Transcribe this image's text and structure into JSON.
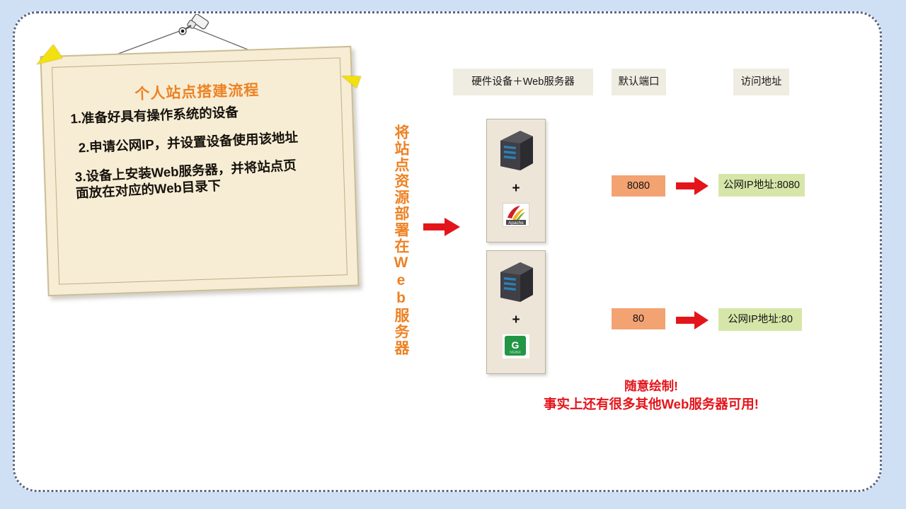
{
  "slide": {
    "background_color": "#cfe0f4",
    "canvas_color": "#ffffff",
    "border_color": "#5a6782"
  },
  "note": {
    "title": "个人站点搭建流程",
    "title_color": "#ed8224",
    "paper_color": "#f7edd5",
    "steps": [
      "1.准备好具有操作系统的设备",
      "2.申请公网IP，并设置设备使用该地址",
      "3.设备上安装Web服务器，并将站点页\n面放在对应的Web目录下"
    ]
  },
  "vertical_caption": {
    "text": "将站点资源部署在Web服务器",
    "color": "#ed8224"
  },
  "columns": {
    "hardware_label": "硬件设备＋Web服务器",
    "port_label": "默认端口",
    "address_label": "访问地址",
    "label_bg": "#efece1"
  },
  "rows": [
    {
      "server_icon": "server-tower-icon",
      "plus": "+",
      "web_server": "Apache",
      "web_server_logo": "apache-logo",
      "port": "8080",
      "port_color": "#f3a272",
      "address": "公网IP地址:8080",
      "address_color": "#d6e6a8",
      "arrow": "red-right-arrow-icon"
    },
    {
      "server_icon": "server-tower-icon",
      "plus": "+",
      "web_server": "NGINX",
      "web_server_logo": "nginx-logo",
      "port": "80",
      "port_color": "#f3a272",
      "address": "公网IP地址:80",
      "address_color": "#d6e6a8",
      "arrow": "red-right-arrow-icon"
    }
  ],
  "main_arrow": {
    "icon": "red-right-arrow-icon",
    "color": "#e3151b"
  },
  "footnote": {
    "line1": "随意绘制!",
    "line2": "事实上还有很多其他Web服务器可用!",
    "color": "#e3151b"
  },
  "decorations": {
    "pin": "push-pin-icon",
    "triangle_left": "yellow-triangle",
    "triangle_right": "yellow-triangle"
  }
}
